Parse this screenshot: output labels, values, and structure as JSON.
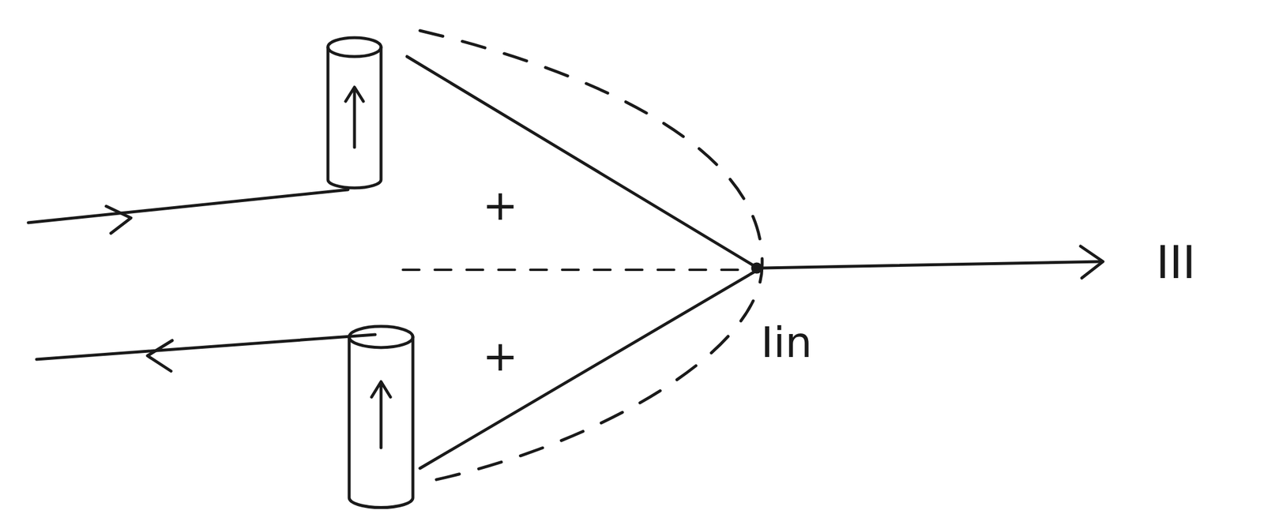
{
  "diagram": {
    "labels": [
      "+",
      "+",
      "Iin",
      "III"
    ]
  }
}
